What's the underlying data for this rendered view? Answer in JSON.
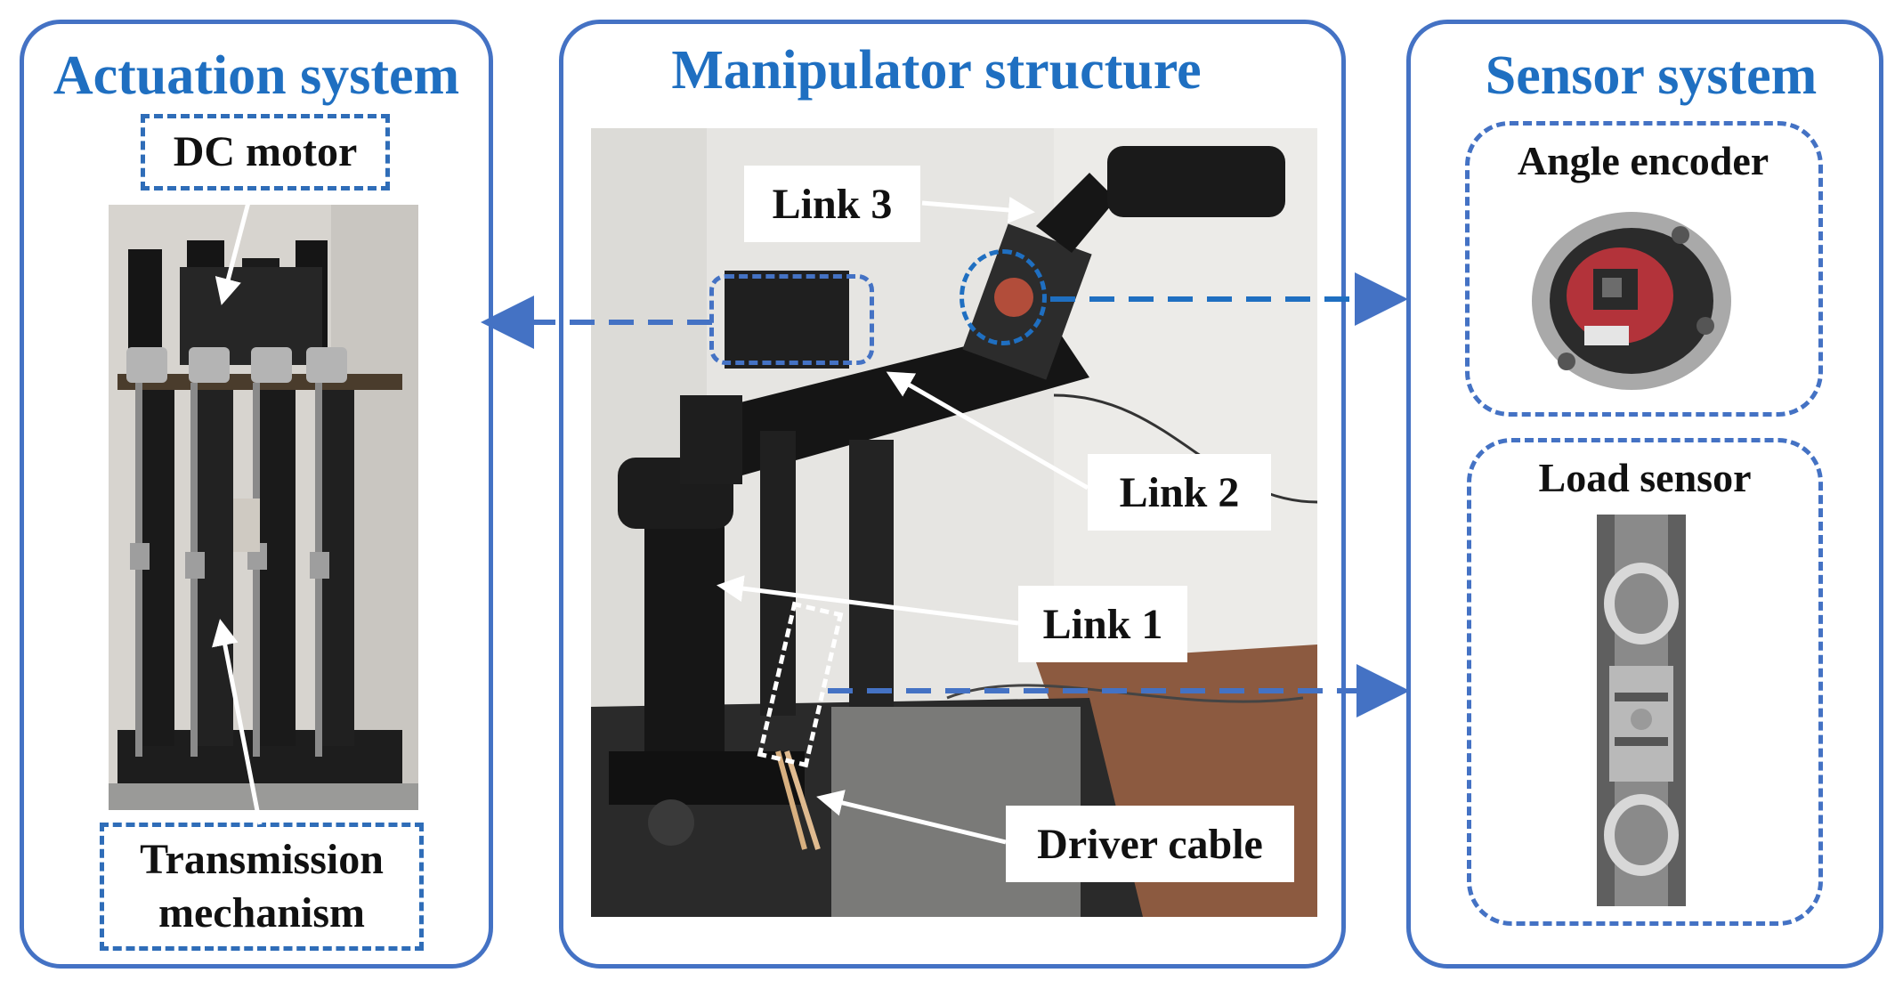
{
  "panels": {
    "actuation": {
      "title": "Actuation system",
      "dc_motor_label": "DC motor",
      "transmission_label_line1": "Transmission",
      "transmission_label_line2": "mechanism"
    },
    "manipulator": {
      "title": "Manipulator structure",
      "link3_label": "Link 3",
      "link2_label": "Link 2",
      "link1_label": "Link 1",
      "driver_cable_label": "Driver cable"
    },
    "sensor": {
      "title": "Sensor system",
      "angle_encoder_label": "Angle encoder",
      "load_sensor_label": "Load sensor"
    }
  },
  "colors": {
    "panel_border": "#4472c4",
    "title_text": "#1f6fc1",
    "dashed_arrow": "#4472c4",
    "pointer_arrow": "#ffffff"
  }
}
